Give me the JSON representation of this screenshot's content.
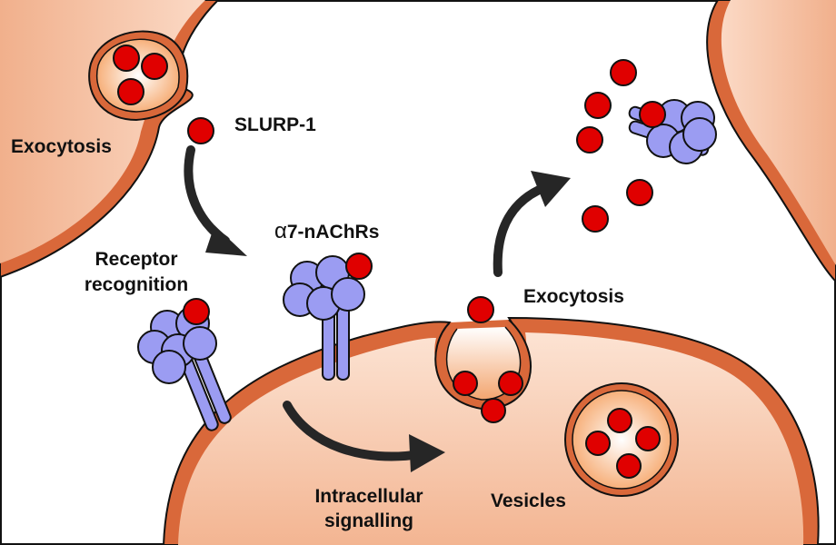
{
  "labels": {
    "exocytosis_left": "Exocytosis",
    "slurp": "SLURP-1",
    "receptor_line1": "Receptor",
    "receptor_line2": "recognition",
    "a7_prefix": "α",
    "a7_suffix": "7-nAChRs",
    "exocytosis_right": "Exocytosis",
    "intracellular_line1": "Intracellular",
    "intracellular_line2": "signalling",
    "vesicles": "Vesicles"
  },
  "colors": {
    "cell_fill": "#f7c4a6",
    "cell_stroke": "#d9683a",
    "outline": "#111111",
    "particle": "#e00000",
    "receptor": "#9b9cf2",
    "arrow": "#262626",
    "vesicle_inner": "#f5a060"
  }
}
